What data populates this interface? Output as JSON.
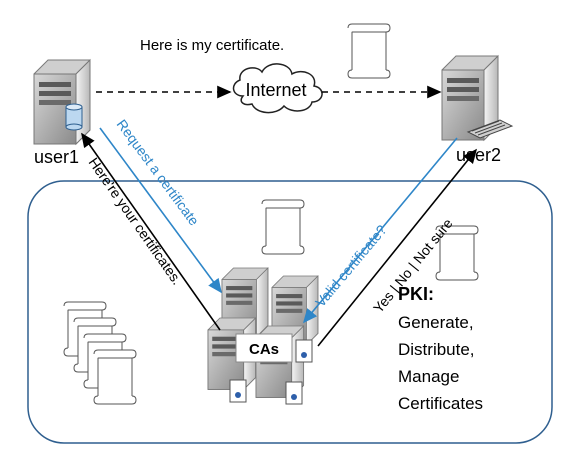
{
  "labels": {
    "message": "Here is my certificate.",
    "internet": "Internet",
    "user1": "user1",
    "user2": "user2",
    "request": "Request a certificate",
    "valid": "Valid certificate?",
    "answer": "Yes | No | Not sure",
    "heres": "Here're your certificates.",
    "cas": "CAs",
    "pki_title": "PKI:",
    "pki_lines": [
      "Generate,",
      "Distribute,",
      "Manage",
      "Certificates"
    ]
  },
  "colors": {
    "blue_arrow": "#2e86c8",
    "region_border": "#2f5f8f",
    "black": "#000000"
  },
  "icons": {
    "server": "server-tower-icon",
    "certificate": "scroll-certificate-icon",
    "cloud": "cloud-icon"
  }
}
